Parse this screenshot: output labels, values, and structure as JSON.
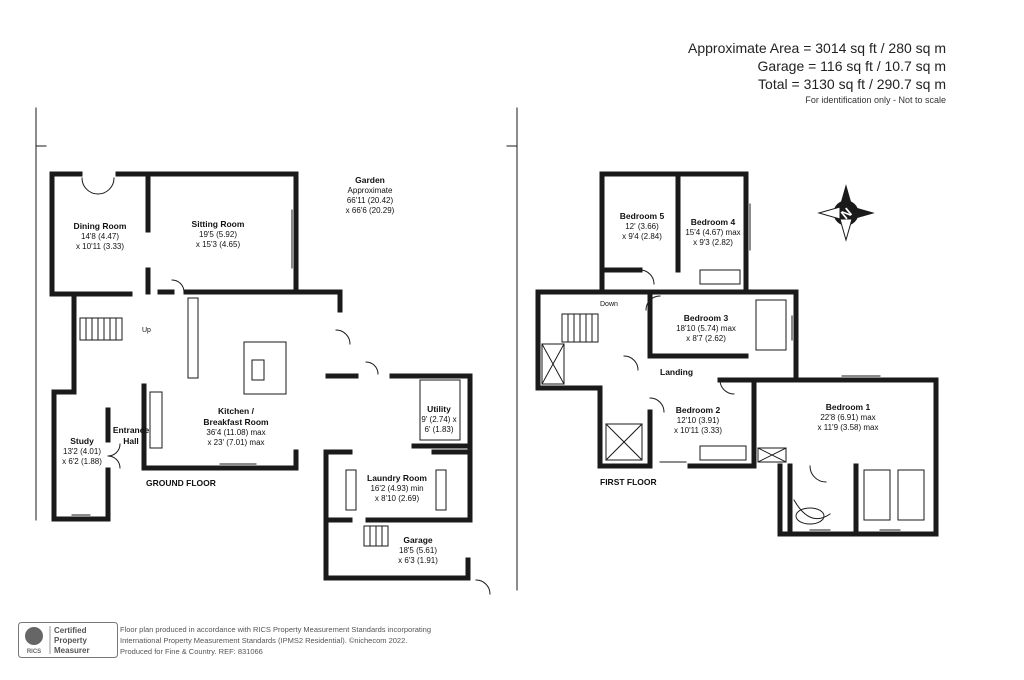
{
  "areas": {
    "approximate": "Approximate Area = 3014 sq ft / 280 sq m",
    "garage": "Garage = 116 sq ft / 10.7 sq m",
    "total": "Total = 3130 sq ft / 290.7 sq m",
    "note": "For identification only - Not to scale"
  },
  "ground_floor": {
    "label": "GROUND FLOOR",
    "garden": {
      "name": "Garden",
      "line1": "Approximate",
      "line2": "66'11 (20.42)",
      "line3": "x 66'6 (20.29)"
    },
    "dining": {
      "name": "Dining Room",
      "line1": "14'8 (4.47)",
      "line2": "x 10'11 (3.33)"
    },
    "sitting": {
      "name": "Sitting Room",
      "line1": "19'5 (5.92)",
      "line2": "x 15'3 (4.65)"
    },
    "kitchen": {
      "name1": "Kitchen /",
      "name2": "Breakfast Room",
      "line1": "36'4 (11.08) max",
      "line2": "x 23' (7.01) max"
    },
    "utility": {
      "name": "Utility",
      "line1": "9' (2.74) x",
      "line2": "6' (1.83)"
    },
    "study": {
      "name": "Study",
      "line1": "13'2 (4.01)",
      "line2": "x 6'2 (1.88)"
    },
    "entrance": {
      "line1": "Entrance",
      "line2": "Hall"
    },
    "up": "Up",
    "laundry": {
      "name": "Laundry Room",
      "line1": "16'2 (4.93) min",
      "line2": "x 8'10 (2.69)"
    },
    "garage": {
      "name": "Garage",
      "line1": "18'5 (5.61)",
      "line2": "x 6'3 (1.91)"
    }
  },
  "first_floor": {
    "label": "FIRST FLOOR",
    "down": "Down",
    "landing": "Landing",
    "bedroom1": {
      "name": "Bedroom 1",
      "line1": "22'8 (6.91) max",
      "line2": "x 11'9 (3.58) max"
    },
    "bedroom2": {
      "name": "Bedroom 2",
      "line1": "12'10 (3.91)",
      "line2": "x 10'11 (3.33)"
    },
    "bedroom3": {
      "name": "Bedroom 3",
      "line1": "18'10 (5.74) max",
      "line2": "x 8'7 (2.62)"
    },
    "bedroom4": {
      "name": "Bedroom 4",
      "line1": "15'4 (4.67) max",
      "line2": "x 9'3 (2.82)"
    },
    "bedroom5": {
      "name": "Bedroom 5",
      "line1": "12' (3.66)",
      "line2": "x 9'4 (2.84)"
    }
  },
  "compass": {
    "letter": "N"
  },
  "footer": {
    "badge_line1": "Certified",
    "badge_line2": "Property",
    "badge_line3": "Measurer",
    "badge_brand": "RICS",
    "line1": "Floor plan produced in accordance with RICS Property Measurement Standards incorporating",
    "line2": "International Property Measurement Standards (IPMS2 Residential). ©nichecom 2022.",
    "line3": "Produced for Fine & Country.   REF:  831066"
  },
  "colors": {
    "wall": "#1a1a1a",
    "text": "#222222",
    "footer": "#555555"
  }
}
